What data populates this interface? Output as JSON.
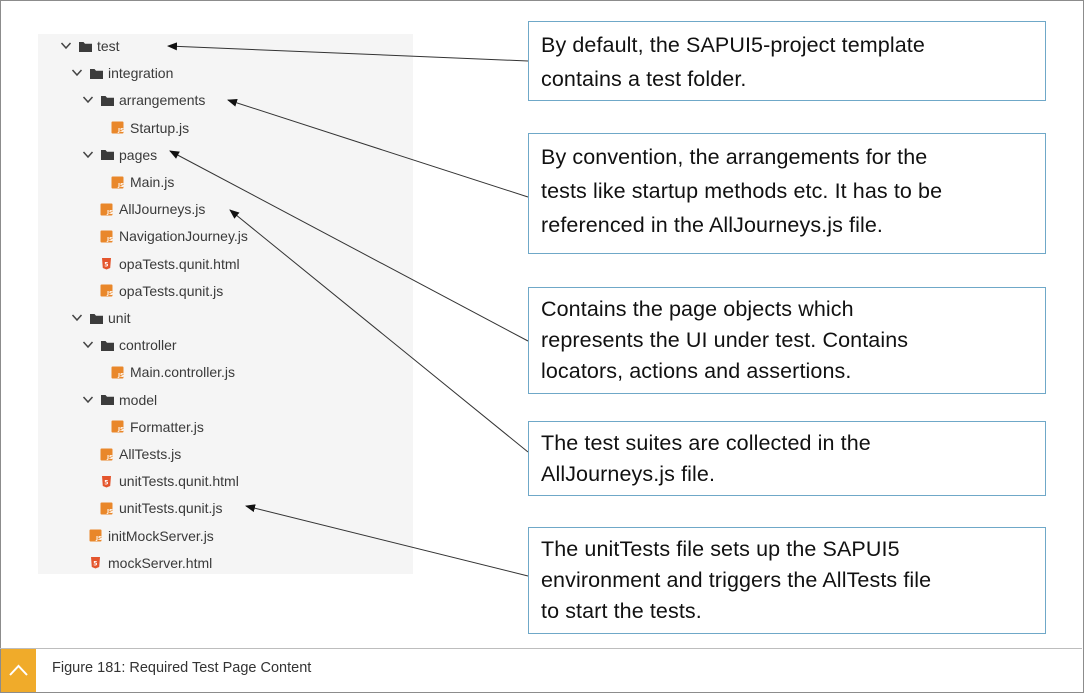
{
  "tree": [
    {
      "label": "test",
      "indent": 0,
      "type": "folder",
      "expanded": true
    },
    {
      "label": "integration",
      "indent": 1,
      "type": "folder",
      "expanded": true
    },
    {
      "label": "arrangements",
      "indent": 2,
      "type": "folder",
      "expanded": true
    },
    {
      "label": "Startup.js",
      "indent": 3,
      "type": "js"
    },
    {
      "label": "pages",
      "indent": 2,
      "type": "folder",
      "expanded": true
    },
    {
      "label": "Main.js",
      "indent": 3,
      "type": "js"
    },
    {
      "label": "AllJourneys.js",
      "indent": 2,
      "type": "js"
    },
    {
      "label": "NavigationJourney.js",
      "indent": 2,
      "type": "js"
    },
    {
      "label": "opaTests.qunit.html",
      "indent": 2,
      "type": "html"
    },
    {
      "label": "opaTests.qunit.js",
      "indent": 2,
      "type": "js"
    },
    {
      "label": "unit",
      "indent": 1,
      "type": "folder",
      "expanded": true
    },
    {
      "label": "controller",
      "indent": 2,
      "type": "folder",
      "expanded": true
    },
    {
      "label": "Main.controller.js",
      "indent": 3,
      "type": "js"
    },
    {
      "label": "model",
      "indent": 2,
      "type": "folder",
      "expanded": true
    },
    {
      "label": "Formatter.js",
      "indent": 3,
      "type": "js"
    },
    {
      "label": "AllTests.js",
      "indent": 2,
      "type": "js"
    },
    {
      "label": "unitTests.qunit.html",
      "indent": 2,
      "type": "html"
    },
    {
      "label": "unitTests.qunit.js",
      "indent": 2,
      "type": "js"
    },
    {
      "label": "initMockServer.js",
      "indent": 1,
      "type": "js"
    },
    {
      "label": "mockServer.html",
      "indent": 1,
      "type": "html"
    }
  ],
  "callouts": [
    {
      "lines": [
        "By default, the SAPUI5-project template",
        "contains a test folder."
      ]
    },
    {
      "lines": [
        "By convention, the arrangements for the",
        "tests like startup methods etc. It has to be",
        "referenced in the AllJourneys.js file."
      ]
    },
    {
      "lines": [
        "Contains the page objects which",
        "represents the UI under test. Contains",
        "locators, actions and assertions."
      ]
    },
    {
      "lines": [
        "The test suites are collected in the",
        "AllJourneys.js file."
      ]
    },
    {
      "lines": [
        "The unitTests file sets up the SAPUI5",
        "environment and triggers the AllTests file",
        "to start the tests."
      ]
    }
  ],
  "caption": "Figure 181: Required Test Page Content",
  "colors": {
    "js_icon": "#e9872a",
    "html_icon": "#e4552d",
    "folder": "#3c3c3c",
    "callout_border": "#6fa8c8",
    "footer_tab": "#f0ab2a"
  },
  "icons": {
    "expand": "chevron-down-icon",
    "folder": "folder-icon",
    "js": "js-file-icon",
    "html": "html-file-icon",
    "footer": "chevron-up-icon"
  }
}
